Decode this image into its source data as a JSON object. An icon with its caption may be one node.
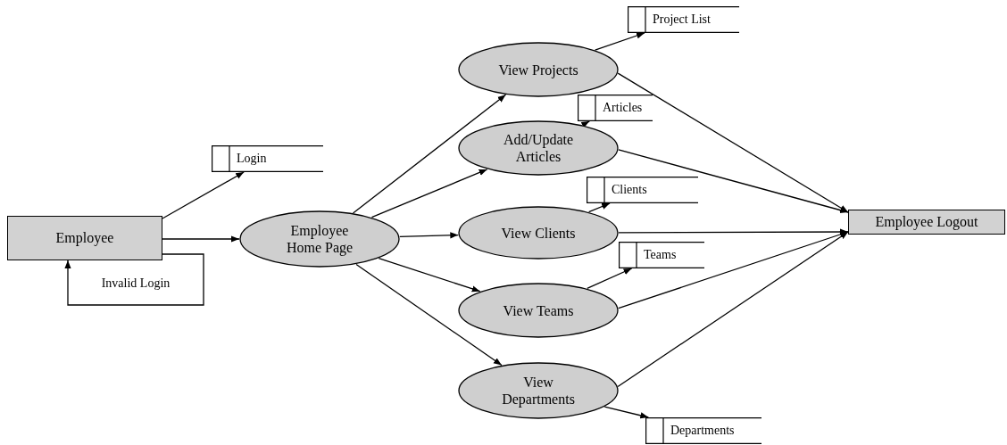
{
  "diagram": {
    "nodes": [
      {
        "text": [
          "Employee"
        ]
      },
      {
        "text": [
          "Login"
        ]
      },
      {
        "text": [
          "Employee Home Page"
        ]
      },
      {
        "text": [
          "View Projects"
        ]
      },
      {
        "text": [
          "Project List"
        ]
      },
      {
        "text": [
          "Add/Update Articles"
        ]
      },
      {
        "text": [
          "Articles"
        ]
      },
      {
        "text": [
          "View Clients"
        ]
      },
      {
        "text": [
          "Clients"
        ]
      },
      {
        "text": [
          "View Teams"
        ]
      },
      {
        "text": [
          "Teams"
        ]
      },
      {
        "text": [
          "View Departments"
        ]
      },
      {
        "text": [
          "Departments"
        ]
      },
      {
        "text": [
          "Employee Logout"
        ]
      }
    ],
    "edges": [
      {
        "from": 0,
        "to": 2,
        "arrow": "to"
      },
      {
        "from": 0,
        "to": 1,
        "arrow": "to"
      },
      {
        "from": 0,
        "to": 0,
        "arrow": "to",
        "label": "Invalid Login"
      },
      {
        "from": 2,
        "to": 3,
        "arrow": "to"
      },
      {
        "from": 2,
        "to": 5,
        "arrow": "to"
      },
      {
        "from": 2,
        "to": 7,
        "arrow": "to"
      },
      {
        "from": 2,
        "to": 9,
        "arrow": "to"
      },
      {
        "from": 2,
        "to": 11,
        "arrow": "to"
      },
      {
        "from": 3,
        "to": 4,
        "arrow": "to"
      },
      {
        "from": 5,
        "to": 6,
        "arrow": "to"
      },
      {
        "from": 7,
        "to": 8,
        "arrow": "to"
      },
      {
        "from": 9,
        "to": 10,
        "arrow": "to"
      },
      {
        "from": 11,
        "to": 12,
        "arrow": "to"
      },
      {
        "from": 3,
        "to": 13,
        "arrow": "to"
      },
      {
        "from": 5,
        "to": 13,
        "arrow": "to"
      },
      {
        "from": 7,
        "to": 13,
        "arrow": "to"
      },
      {
        "from": 9,
        "to": 13,
        "arrow": "to"
      },
      {
        "from": 11,
        "to": 13,
        "arrow": "to"
      }
    ]
  }
}
